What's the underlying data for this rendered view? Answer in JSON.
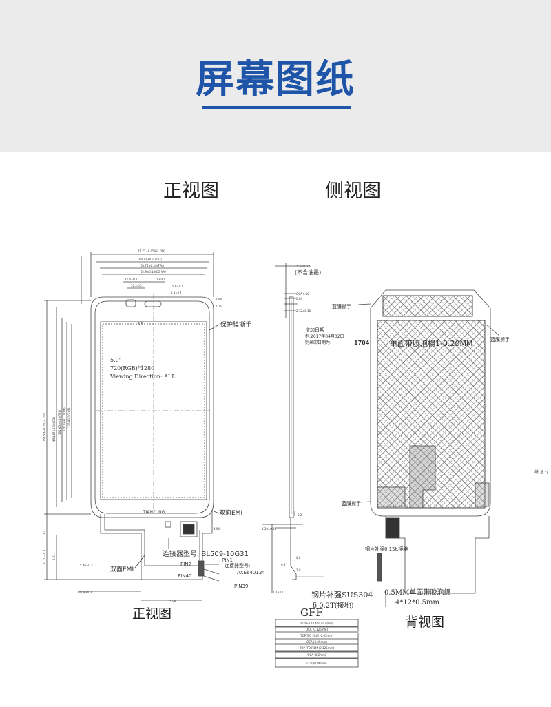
{
  "header": {
    "title": "屏幕图纸"
  },
  "labels": {
    "front_view_top": "正视图",
    "side_view_top": "侧视图",
    "front_view_bottom": "正视图",
    "back_view": "背视图",
    "gff": "GFF"
  },
  "front": {
    "dim_top": "71.72±0.05(GL OD)",
    "dim_2": "64.12±0.10(CO)",
    "dim_3": "63.74±0.10(TPL)",
    "dim_4": "62.9±0.10(CG VA)",
    "dim_5": "22.4±0.1",
    "dim_6": "11±0.1",
    "dim_7": "10.2±0.1",
    "dim_8": "3.3±0.1",
    "dim_9": "5.6±0.1",
    "dim_10": "2.04",
    "dim_11": "1.15",
    "dim_12": "6.5",
    "left_dim_1": "154.59±0.05(GL OD)",
    "left_dim_2": "Φ54.87±0.10(CO)",
    "left_dim_3": "131.65±0.10(TPL)",
    "left_dim_4": "128.08±0.10(VA)",
    "left_dim_5": "125.92(CG VA)",
    "panel_size": "5.0\"",
    "resolution": "720(RGB)*1280",
    "viewing_direction": "Viewing Direction: ALL",
    "protect_film": "保护膜撕手",
    "double_emi": "双面EMI",
    "double_emi_2": "双面EMI",
    "brand": "TIANYUNG",
    "connector_model": "连接器型号: BL509-10G31",
    "connector_model_2": "连接器型号:",
    "connector_part": "AXE640124",
    "pin1": "PIN1",
    "pin2": "PIN2",
    "pin40": "PIN40",
    "pin39": "PIN39",
    "d_bottom_1": "3.4",
    "d_bottom_2": "31.02±0.3",
    "d_bottom_3": "2.21",
    "d_bottom_4": "5.46±0.3",
    "d_bottom_5": "24.08±0.3",
    "d_bottom_6": "25.98",
    "d_bottom_7": "4.94"
  },
  "side": {
    "thickness": "1.18±0.05",
    "no_oil": "(不含油墨)",
    "oca": "OCA 0.10",
    "d_1": "0.04",
    "d_2": "0.1",
    "d_3": "2.12±0.10",
    "add_date": "增加日期",
    "date_example": "例:2017年04月02日",
    "print_date": "则丝印日期为:",
    "print_code": "1704",
    "d_4": "0.2",
    "d_5": "1.30±0.10",
    "d_6": "0.8",
    "d_7": "0.5",
    "d_8": "1.0",
    "d_9": "1.7±0.1",
    "stiffener": "钢片补强SUS304",
    "stiffener_thk": "δ 0.2T(接地)"
  },
  "back": {
    "blue_film_1": "蓝膜撕手",
    "blue_film_2": "蓝膜撕手",
    "blue_film_3": "蓝膜撕手",
    "foam_tape": "单面带胶泡棉1-0.20MM",
    "stiffener": "钢片补强0.15t,接地",
    "single_foam": "0.5MM单面带胶泡绵",
    "single_foam_size": "4*12*0.5mm",
    "side_note": "纸 总 ·/"
  },
  "gff_rows": [
    "COVER GLASS (1.1mm)",
    "OCA (0.125mm)",
    "TOP ITO FILM (0.05mm)",
    "OCA (0.05mm)",
    "TOP ITO FILM (0.125mm)",
    "OCA (0.2mm)",
    "LCD (0.96mm)"
  ]
}
